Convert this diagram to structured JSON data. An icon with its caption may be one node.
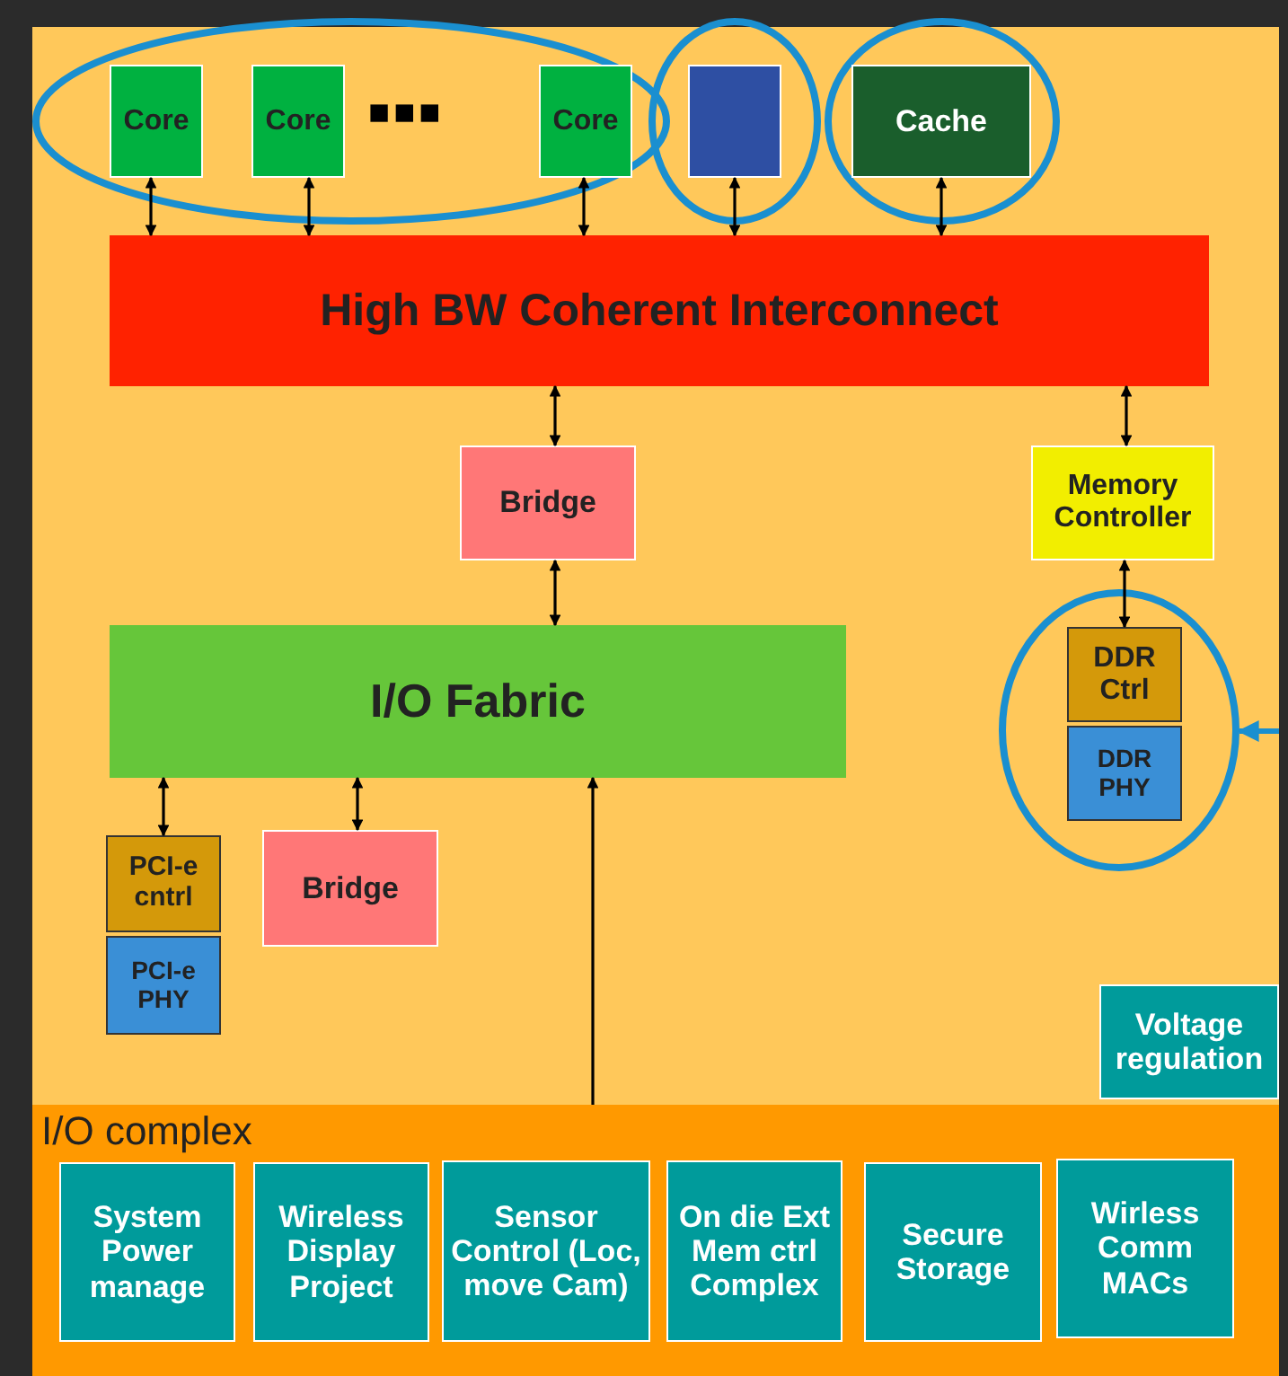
{
  "diagram": {
    "nodes": [
      {
        "text": [],
        "shape": "ellipse"
      },
      {
        "text": [
          "Core"
        ],
        "in": 0
      },
      {
        "text": [
          "Core"
        ],
        "in": 0
      },
      {
        "text": [
          "Core"
        ],
        "in": 0
      },
      {
        "text": [],
        "shape": "ellipse"
      },
      {
        "text": [],
        "shape": "box",
        "in": 4
      },
      {
        "text": [],
        "shape": "ellipse"
      },
      {
        "text": [
          "Cache"
        ],
        "in": 6
      },
      {
        "text": [
          "High BW Coherent Interconnect"
        ]
      },
      {
        "text": [
          "Bridge"
        ]
      },
      {
        "text": [
          "Memory Controller"
        ]
      },
      {
        "text": [],
        "shape": "ellipse"
      },
      {
        "text": [
          "DDR Ctrl"
        ],
        "in": 11
      },
      {
        "text": [
          "DDR PHY"
        ],
        "in": 11
      },
      {
        "text": [
          "I/O Fabric"
        ]
      },
      {
        "text": [
          "PCI-e cntrl"
        ]
      },
      {
        "text": [
          "PCI-e PHY"
        ]
      },
      {
        "text": [
          "Bridge"
        ]
      },
      {
        "text": [
          "Voltage regulation"
        ]
      },
      {
        "text": [
          "I/O complex"
        ]
      },
      {
        "text": [
          "System Power manage"
        ],
        "in": 19
      },
      {
        "text": [
          "Wireless Display Project"
        ],
        "in": 19
      },
      {
        "text": [
          "Sensor Control (Loc, move Cam)"
        ],
        "in": 19
      },
      {
        "text": [
          "On die Ext Mem ctrl Complex"
        ],
        "in": 19
      },
      {
        "text": [
          "Secure Storage"
        ],
        "in": 19
      },
      {
        "text": [
          "Wirless Comm MACs"
        ],
        "in": 19
      }
    ],
    "edges": [
      {
        "from": 1,
        "to": 8,
        "arrow": "both"
      },
      {
        "from": 2,
        "to": 8,
        "arrow": "both"
      },
      {
        "from": 3,
        "to": 8,
        "arrow": "both"
      },
      {
        "from": 5,
        "to": 8,
        "arrow": "both"
      },
      {
        "from": 7,
        "to": 8,
        "arrow": "both"
      },
      {
        "from": 8,
        "to": 9,
        "arrow": "both"
      },
      {
        "from": 8,
        "to": 10,
        "arrow": "both"
      },
      {
        "from": 9,
        "to": 14,
        "arrow": "both"
      },
      {
        "from": 10,
        "to": 12,
        "arrow": "both"
      },
      {
        "from": 14,
        "to": 15,
        "arrow": "both"
      },
      {
        "from": 14,
        "to": 17,
        "arrow": "both"
      },
      {
        "from": 19,
        "to": 14,
        "arrow": "to"
      },
      {
        "from": null,
        "to": 11,
        "arrow": "to",
        "color": "#1a8fd0"
      }
    ],
    "labels": [
      "■■■"
    ]
  }
}
